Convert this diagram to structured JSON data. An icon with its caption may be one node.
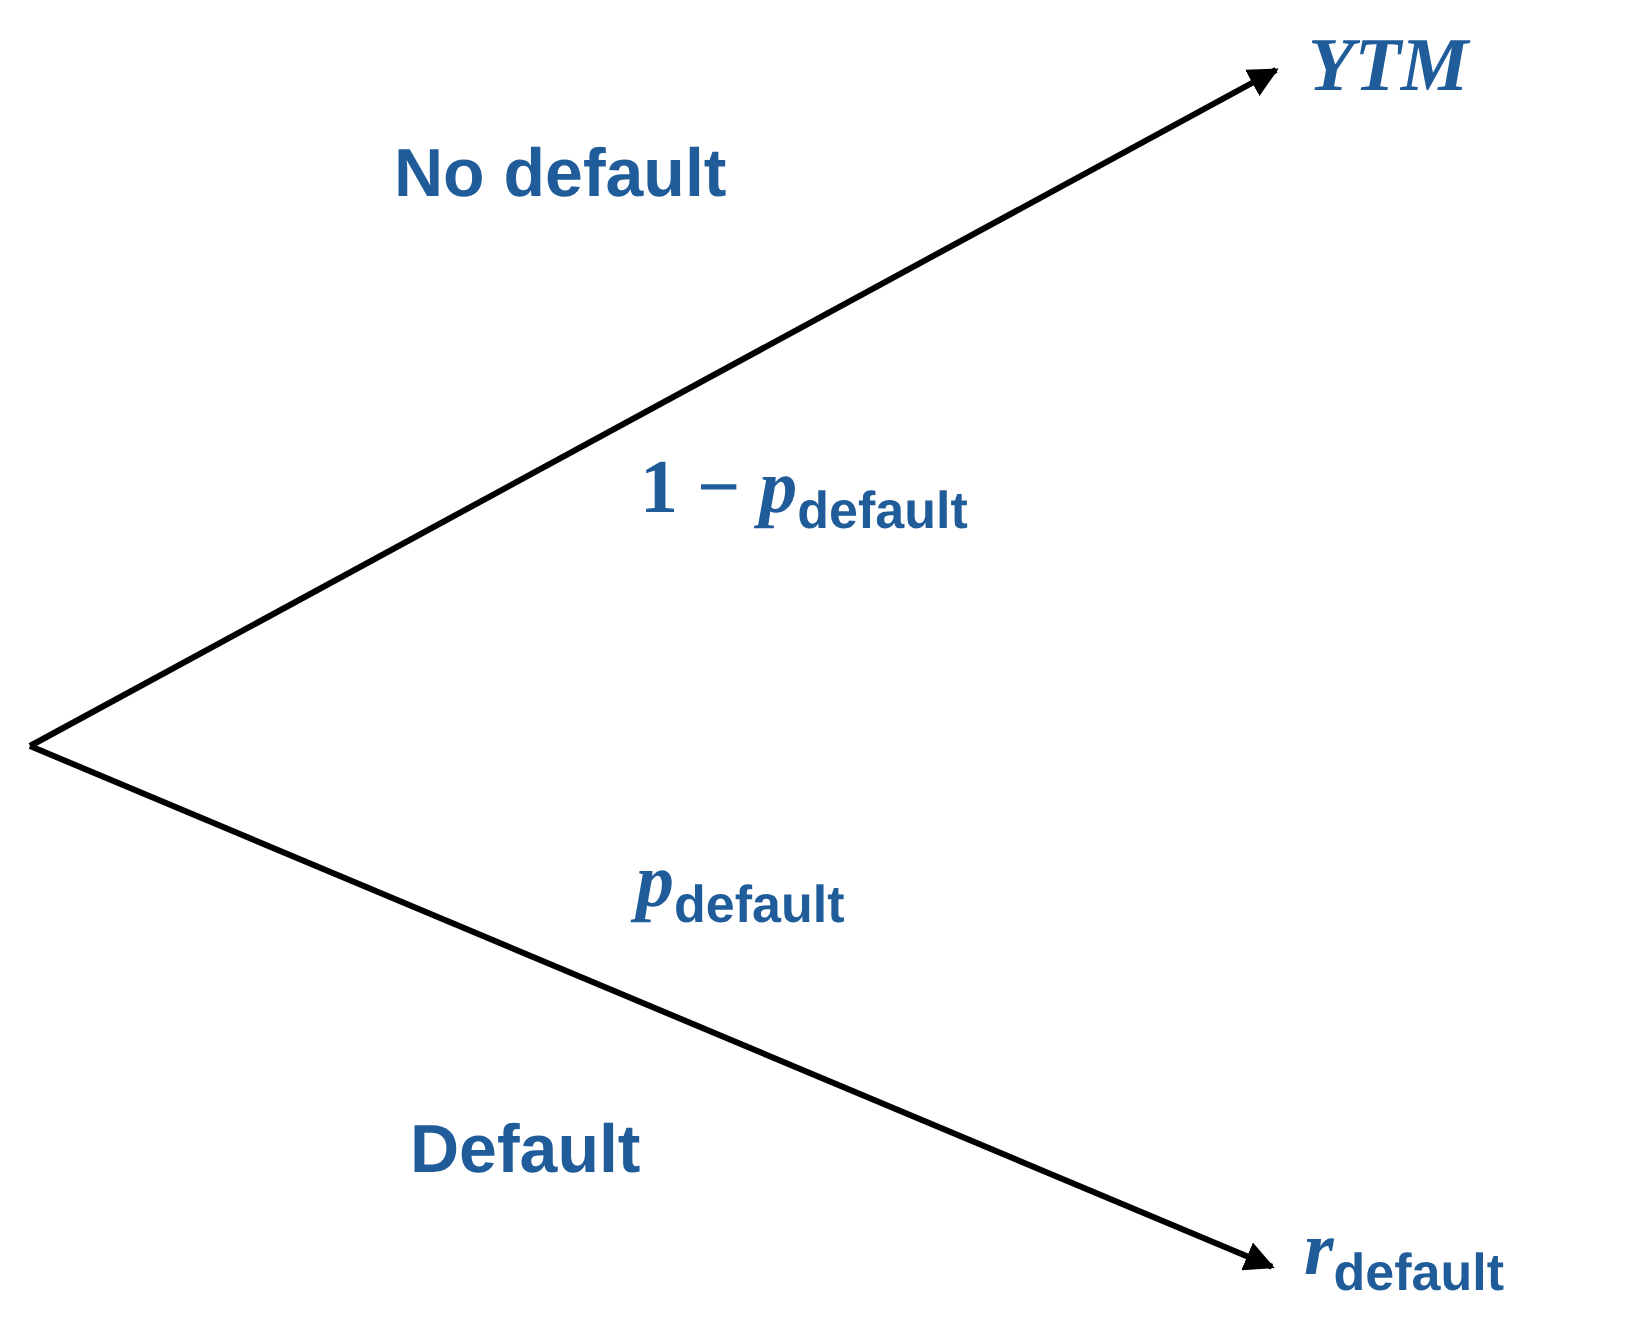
{
  "diagram": {
    "nodes": [
      {
        "text": [
          "YTM"
        ]
      },
      {
        "text": [
          "*r*$_{default}$"
        ]
      }
    ],
    "edges": [
      {
        "from": null,
        "to": 0,
        "arrow": "to",
        "label": "1 − *p*$_{default}$"
      },
      {
        "from": null,
        "to": 1,
        "arrow": "to",
        "label": "*p*$_{default}$"
      }
    ],
    "labels": [
      "No default",
      "Default"
    ]
  }
}
